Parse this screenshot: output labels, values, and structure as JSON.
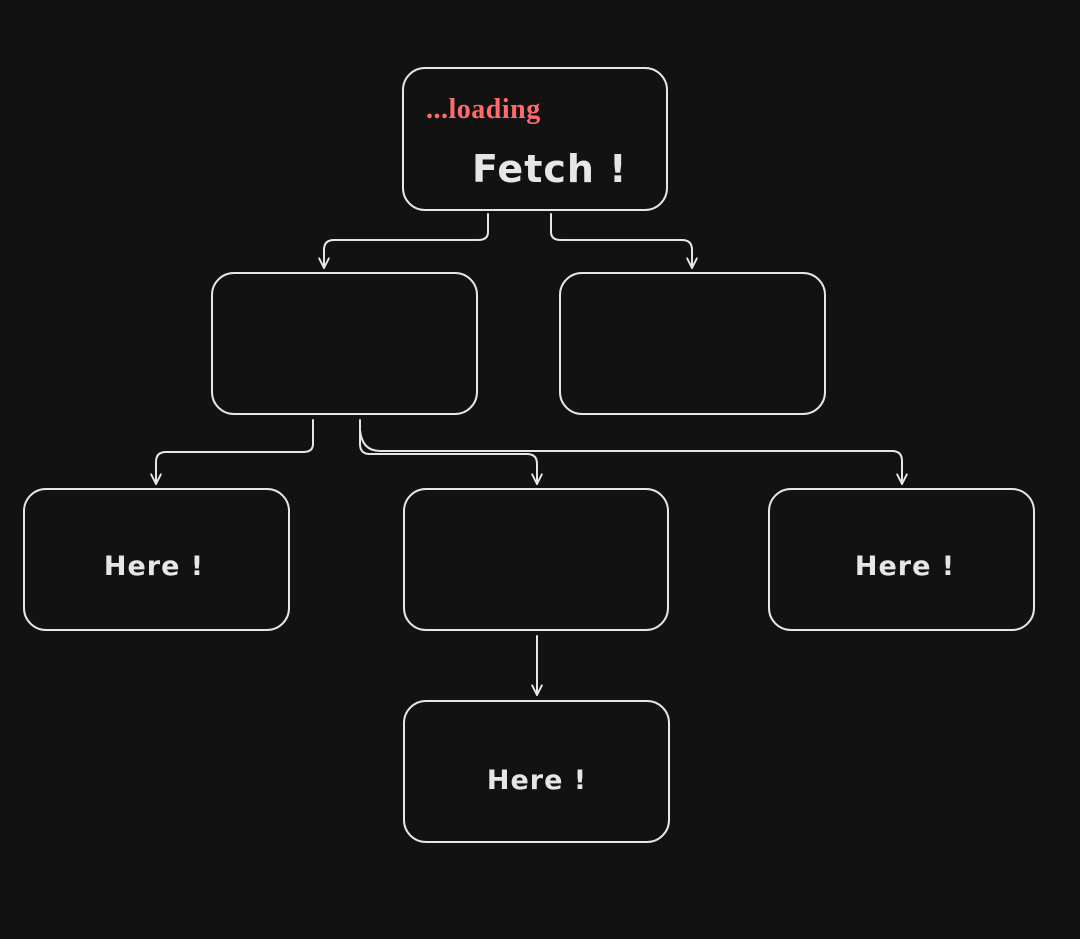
{
  "colors": {
    "background": "#121212",
    "stroke": "#e6e6e6",
    "status": "#ff6b6b"
  },
  "diagram": {
    "root": {
      "status": "...loading",
      "label": "Fetch !"
    },
    "mid_left": {
      "label": ""
    },
    "mid_right": {
      "label": ""
    },
    "leaf_left": {
      "label": "Here !"
    },
    "leaf_center": {
      "label": ""
    },
    "leaf_right": {
      "label": "Here !"
    },
    "leaf_bottom": {
      "label": "Here !"
    }
  }
}
